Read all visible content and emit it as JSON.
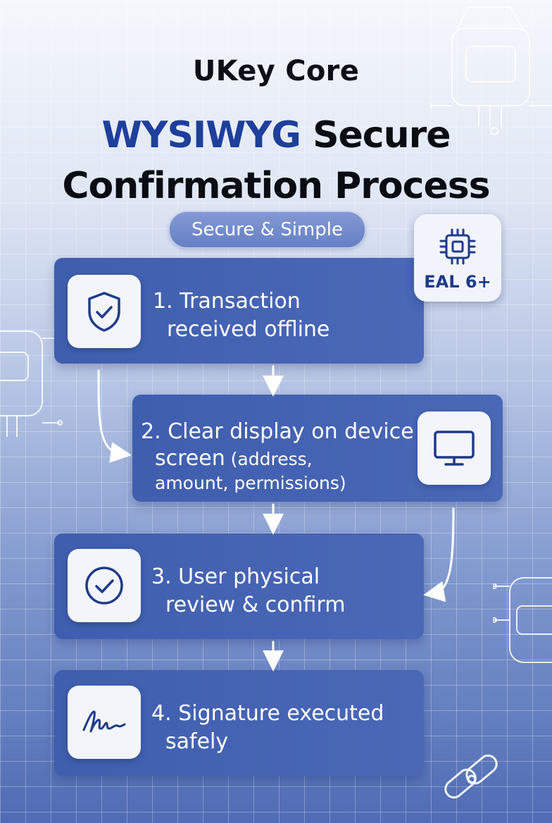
{
  "header": {
    "brand": "UKey Core",
    "title_accent": "WYSIWYG",
    "title_line1_rest": " Secure",
    "title_line2": "Confirmation Process"
  },
  "pill": {
    "label": "Secure & Simple"
  },
  "badge": {
    "icon": "chip-icon",
    "label": "EAL 6+"
  },
  "steps": [
    {
      "number": "1.",
      "line1": "Transaction",
      "line2": "received offline",
      "icon": "shield-check-icon"
    },
    {
      "number": "2.",
      "line1": "Clear display on device",
      "line2_main": "screen",
      "line2_small": " (address,",
      "line3": "amount, permissions)",
      "icon": "monitor-icon"
    },
    {
      "number": "3.",
      "line1": "User physical",
      "line2": "review & confirm",
      "icon": "check-circle-icon"
    },
    {
      "number": "4.",
      "line1": "Signature executed",
      "line2": "safely",
      "icon": "signature-icon"
    }
  ],
  "colors": {
    "accent": "#1e3f9b",
    "card": "#4563b1",
    "icon_stroke": "#1f3a8a"
  }
}
